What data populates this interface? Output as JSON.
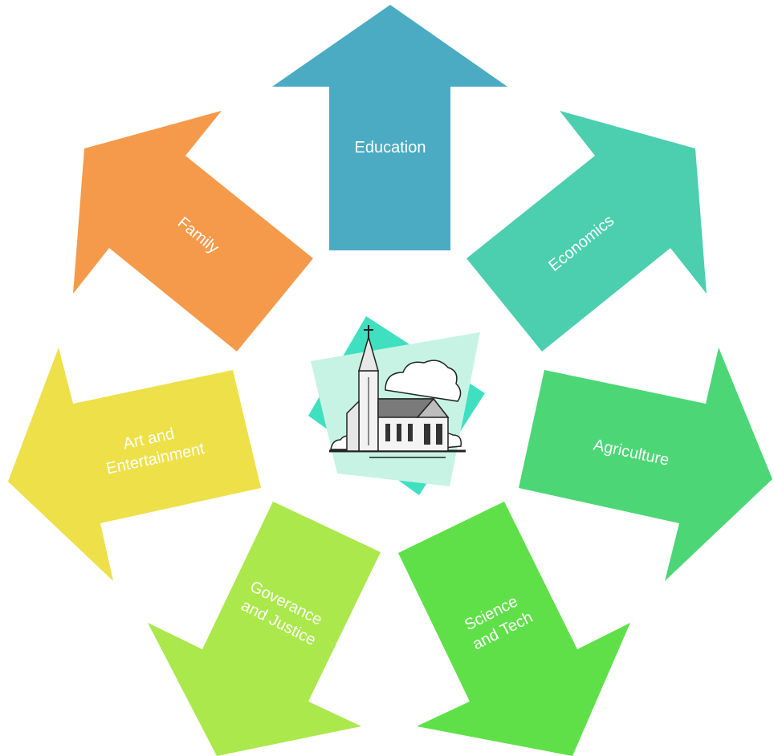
{
  "diagram": {
    "center_icon": "church-icon",
    "arrows": [
      {
        "id": "education",
        "lines": [
          "Education"
        ],
        "color": "#4aabc3"
      },
      {
        "id": "economics",
        "lines": [
          "Economics"
        ],
        "color": "#4bcfae"
      },
      {
        "id": "agriculture",
        "lines": [
          "Agriculture"
        ],
        "color": "#4cd676"
      },
      {
        "id": "science-tech",
        "lines": [
          "Science",
          "and Tech"
        ],
        "color": "#5fe049"
      },
      {
        "id": "governance-justice",
        "lines": [
          "Goverance",
          "and Justice"
        ],
        "color": "#aae84b"
      },
      {
        "id": "art-entertainment",
        "lines": [
          "Art and",
          "Entertainment"
        ],
        "color": "#eee048"
      },
      {
        "id": "family",
        "lines": [
          "Family"
        ],
        "color": "#f59a4b"
      }
    ]
  }
}
